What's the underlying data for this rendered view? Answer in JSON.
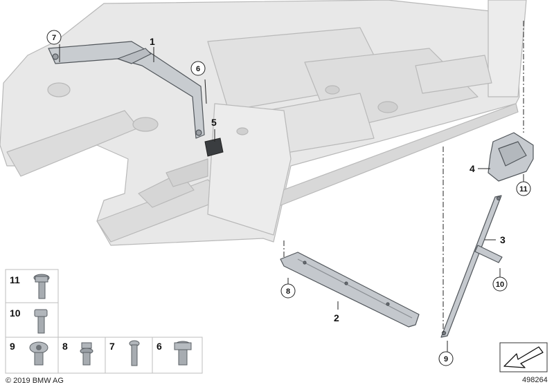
{
  "callouts": {
    "c1": "1",
    "c2": "2",
    "c3": "3",
    "c4": "4",
    "c5": "5",
    "c6": "6",
    "c7": "7",
    "c8": "8",
    "c9": "9",
    "c10": "10",
    "c11": "11"
  },
  "legend": {
    "r11": "11",
    "r10": "10",
    "r9": "9",
    "r8": "8",
    "r7": "7",
    "r6": "6"
  },
  "footer": {
    "copyright": "© 2019 BMW AG",
    "diagram_number": "498264"
  },
  "colors": {
    "body": "#e6e6e6",
    "body_stroke": "#b4b4b4",
    "part": "#c9ccd0",
    "part_stroke": "#555a60",
    "line": "#222222"
  }
}
